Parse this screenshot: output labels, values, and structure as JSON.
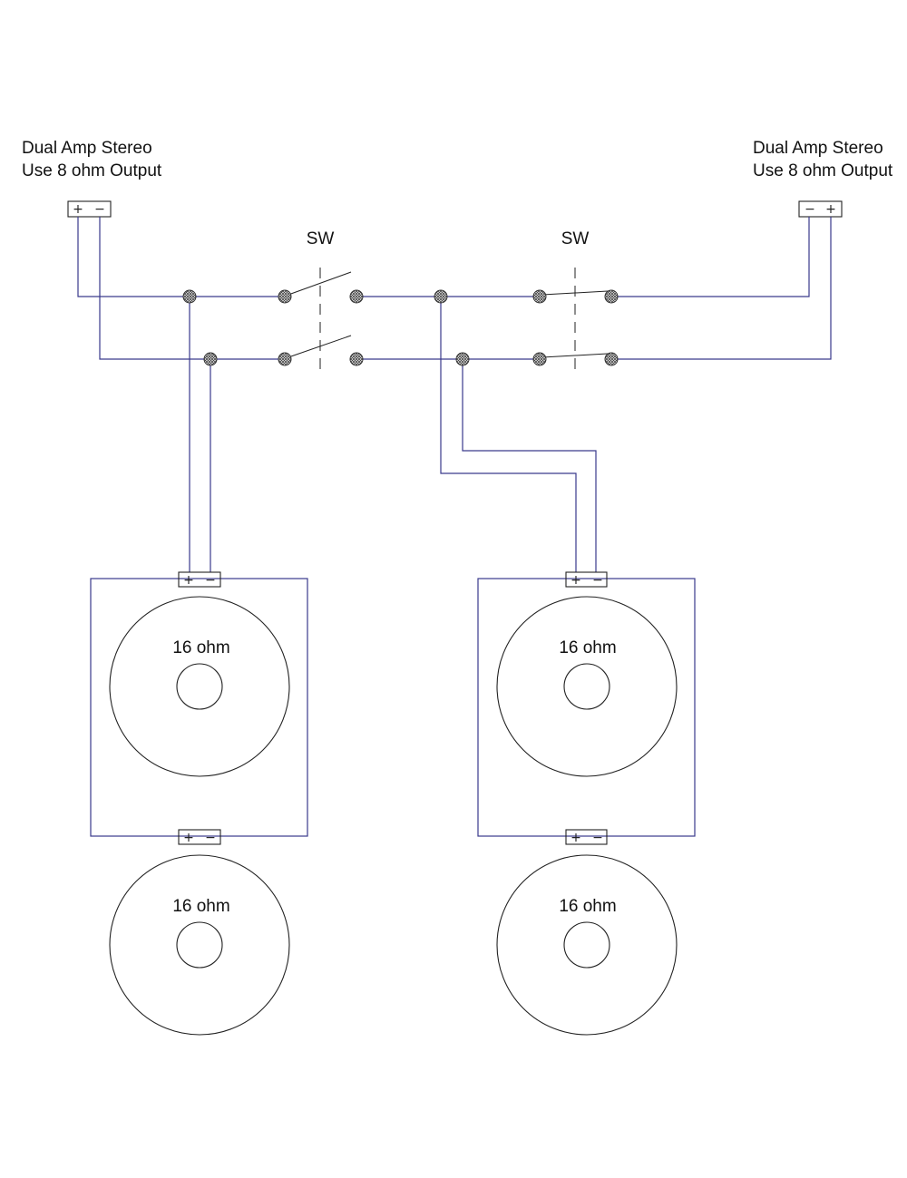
{
  "amp_left": {
    "line1": "Dual Amp Stereo",
    "line2": "Use 8 ohm Output",
    "terminal_pos": "+",
    "terminal_neg": "−"
  },
  "amp_right": {
    "line1": "Dual Amp Stereo",
    "line2": "Use 8 ohm Output",
    "terminal_neg": "−",
    "terminal_pos": "+"
  },
  "switches": {
    "left_label": "SW",
    "right_label": "SW"
  },
  "speakers": {
    "left_upper": "16 ohm",
    "left_lower": "16 ohm",
    "right_upper": "16 ohm",
    "right_lower": "16 ohm"
  },
  "terminal_symbols": {
    "pos": "+",
    "neg": "−"
  },
  "colors": {
    "wire": "#3a3a8c",
    "outline": "#222222",
    "text": "#111111"
  }
}
